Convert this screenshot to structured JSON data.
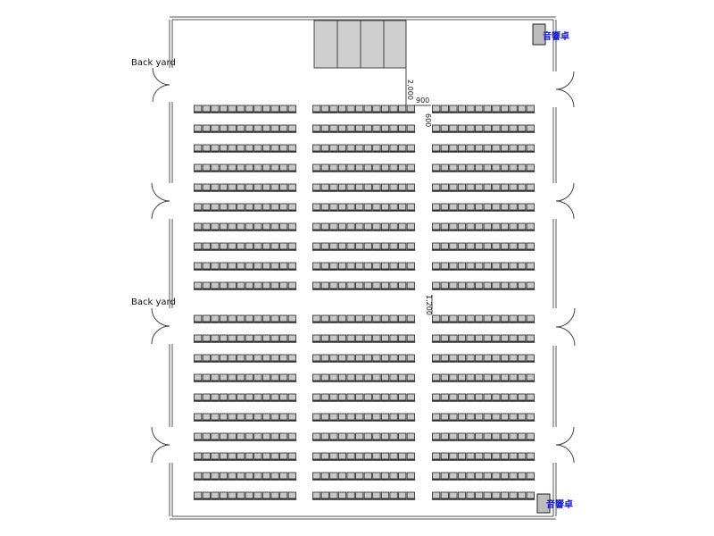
{
  "labels": {
    "back_yard_top": "Back yard",
    "back_yard_mid": "Back yard",
    "sound_desk_top": "音響卓",
    "sound_desk_bottom": "音響卓"
  },
  "dimensions": {
    "stage_to_seats": "2,000",
    "center_aisle": "900",
    "row_pitch": "600",
    "cross_aisle": "1,200"
  },
  "seating": {
    "blocks": 3,
    "chairs_per_row": 12,
    "rows_front_section": 10,
    "rows_back_section": 10
  },
  "colors": {
    "chair_fill": "#c8c8c8",
    "stage_fill": "#cfcfcf",
    "label_blue": "#1a1acc",
    "line": "#333333"
  }
}
